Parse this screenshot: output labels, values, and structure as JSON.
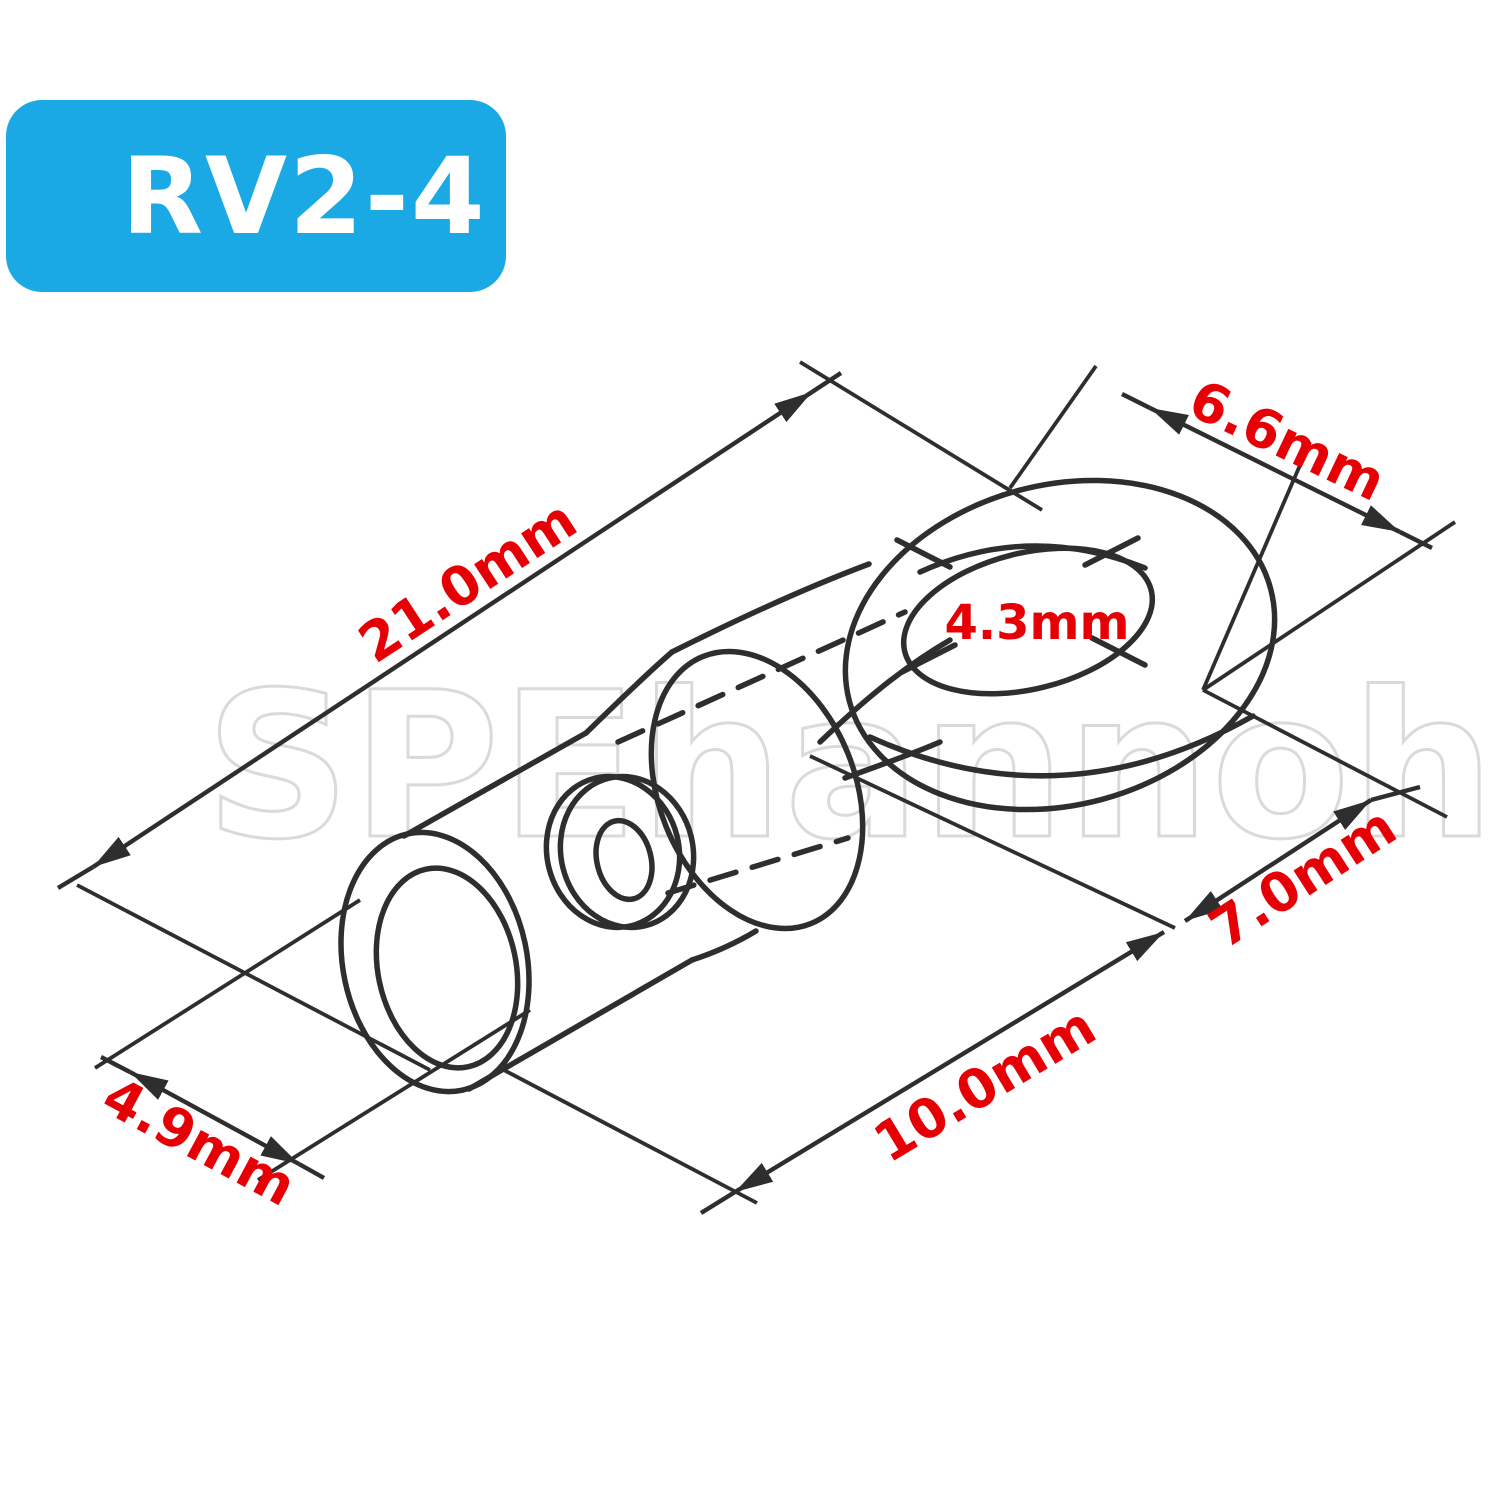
{
  "badge": {
    "label": "RV2-4"
  },
  "watermark": {
    "text": "SPEhannoh"
  },
  "dimensions": {
    "overall_length": {
      "label": "21.0mm"
    },
    "ring_outer_width": {
      "label": "6.6mm"
    },
    "hole_diameter": {
      "label": "4.3mm"
    },
    "ring_section_length": {
      "label": "7.0mm"
    },
    "barrel_length": {
      "label": "10.0mm"
    },
    "insulation_diameter": {
      "label": "4.9mm"
    }
  },
  "colors": {
    "background": "#ffffff",
    "badge_bg": "#1ba9e6",
    "badge_text": "#ffffff",
    "dimension_text": "#e60005",
    "line": "#2e2e2e",
    "watermark": "#dadada"
  }
}
